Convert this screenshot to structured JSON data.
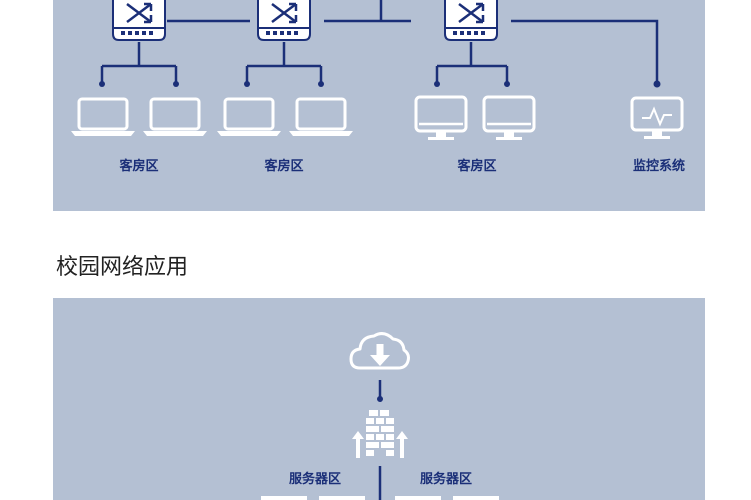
{
  "top_diagram": {
    "zone_labels": [
      "客房区",
      "客房区",
      "客房区"
    ],
    "monitor_label": "监控系统",
    "icons": [
      "switch-icon",
      "laptop-icon",
      "desktop-monitor-icon",
      "monitoring-screen-icon"
    ]
  },
  "campus_section": {
    "title": "校园网络应用"
  },
  "bottom_diagram": {
    "server_zone_labels": [
      "服务器区",
      "服务器区"
    ],
    "icons": [
      "cloud-download-icon",
      "firewall-icon"
    ]
  },
  "colors": {
    "panel_bg": "#b4c0d3",
    "line": "#1b2f78",
    "icon_white": "#ffffff",
    "label_text": "#1b2f78",
    "title_text": "#222222"
  }
}
